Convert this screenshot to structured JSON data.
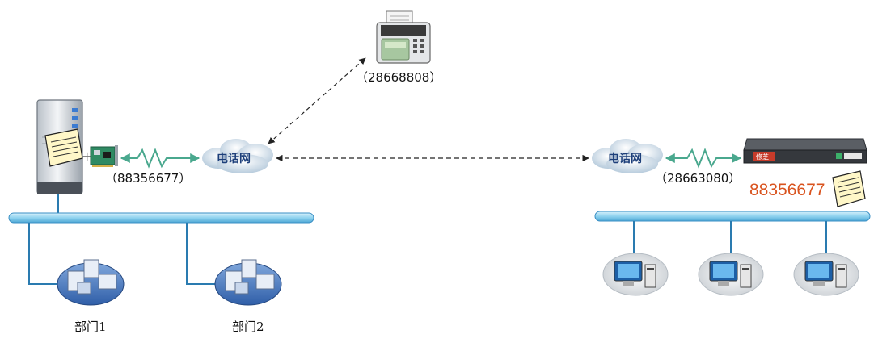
{
  "fax_machine": {
    "number": "（28668808）"
  },
  "left_site": {
    "server_number": "（88356677）",
    "network_label": "电话网",
    "departments": [
      {
        "label": "部门1"
      },
      {
        "label": "部门2"
      }
    ]
  },
  "right_site": {
    "network_label": "电话网",
    "gateway_number": "（28663080）",
    "forwarded_number": "88356677",
    "device_brand": "修芝"
  },
  "colors": {
    "bus": "#8fd3ef",
    "bus_outline": "#3a8fc4",
    "link_line": "#2a7bb0",
    "signal_line": "#4aa88e",
    "accent_red": "#d9531e"
  }
}
